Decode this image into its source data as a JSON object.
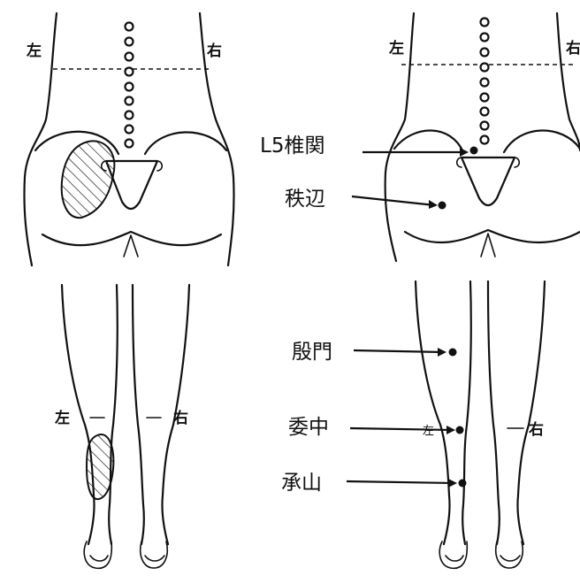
{
  "side_labels": {
    "left": "左",
    "right": "右",
    "right_partial": "右",
    "left_leg_small": "左"
  },
  "acupoints": {
    "l5": "L5椎関",
    "chibian": "秩辺",
    "yinmen": "殷門",
    "weizhong": "委中",
    "chengshan": "承山"
  },
  "colors": {
    "ink": "#111111",
    "background": "#ffffff"
  }
}
